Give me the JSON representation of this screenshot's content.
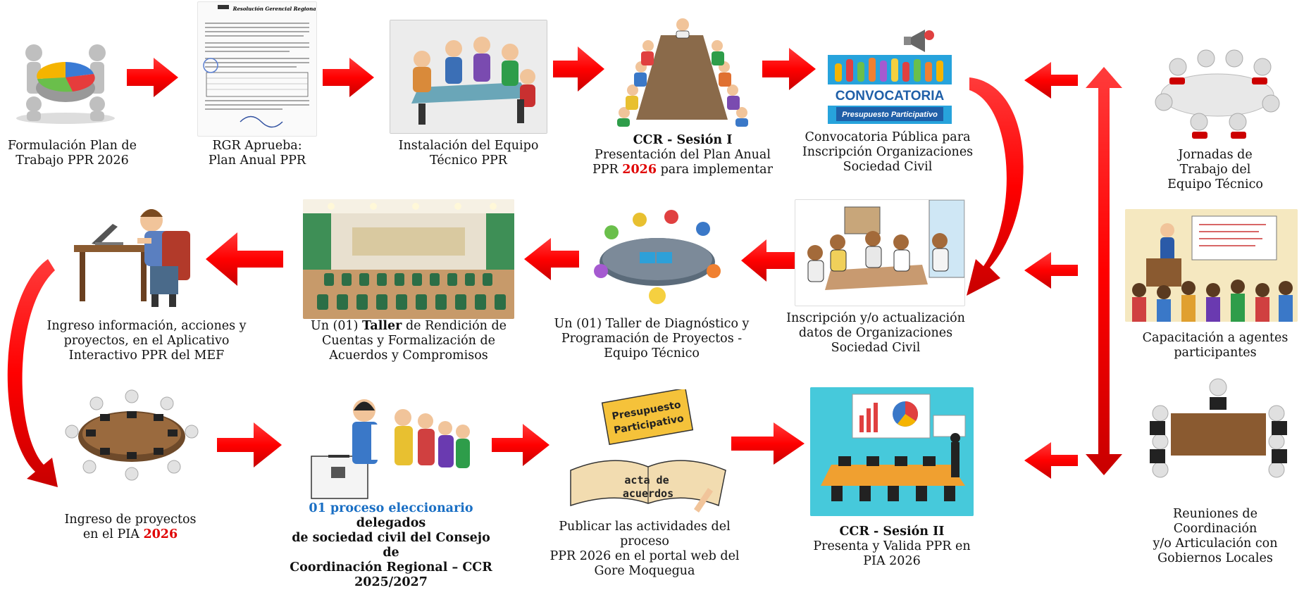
{
  "colors": {
    "arrow": "#ff0000",
    "accent_red": "#e00000",
    "accent_blue": "#1a6fc4"
  },
  "steps": {
    "s1": {
      "l1": "Formulación Plan de",
      "l2": "Trabajo PPR 2026"
    },
    "s2": {
      "l1": "RGR Aprueba:",
      "l2": "Plan Anual PPR"
    },
    "s3": {
      "l1": "Instalación del Equipo",
      "l2": "Técnico PPR"
    },
    "s4": {
      "title": "CCR - Sesión I",
      "l1": "Presentación del Plan Anual",
      "l2a": "PPR ",
      "year": "2026",
      "l2b": " para implementar"
    },
    "s5": {
      "l1": "Convocatoria Pública para",
      "l2": "Inscripción Organizaciones",
      "l3": "Sociedad Civil",
      "banner": "CONVOCATORIA",
      "banner_sub": "Presupuesto Participativo"
    },
    "s6": {
      "l1": "Inscripción y/o actualización",
      "l2": "datos de Organizaciones",
      "l3": "Sociedad Civil"
    },
    "s7": {
      "l1": "Un (01) Taller de Diagnóstico  y",
      "l2": "Programación de Proyectos  -",
      "l3": "Equipo Técnico"
    },
    "s8": {
      "l1a": "Un (01) ",
      "l1b": "Taller",
      "l1c": " de Rendición de",
      "l2": "Cuentas y Formalización de",
      "l3": "Acuerdos y Compromisos"
    },
    "s9": {
      "l1": "Ingreso información, acciones y",
      "l2": "proyectos, en el Aplicativo",
      "l3": "Interactivo PPR del MEF"
    },
    "s10": {
      "l1": "Ingreso de proyectos",
      "l2a": "en el PIA ",
      "year": "2026"
    },
    "s11": {
      "l1a": "01 proceso eleccionario",
      "l1b": " delegados",
      "l2": "de sociedad civil del Consejo de",
      "l3": "Coordinación Regional – CCR",
      "l4": "2025/2027"
    },
    "s12": {
      "l1": "Publicar las actividades del proceso",
      "l2": "PPR 2026 en el portal web del",
      "l3": "Gore Moquegua",
      "sign1": "Presupuesto",
      "sign2": "Participativo",
      "book1": "acta de",
      "book2": "acuerdos"
    },
    "s13": {
      "title": "CCR - Sesión II",
      "l1": "Presenta y Valida PPR en",
      "l2": "PIA 2026"
    }
  },
  "side": {
    "a": {
      "l1": "Jornadas de",
      "l2": "Trabajo del",
      "l3": "Equipo Técnico"
    },
    "b": {
      "l1": "Capacitación a agentes",
      "l2": "participantes"
    },
    "c": {
      "l1": "Reuniones de Coordinación",
      "l2": "y/o Articulación con",
      "l3": "Gobiernos Locales"
    }
  },
  "doc": {
    "title": "Resolución Gerencial Regional"
  }
}
